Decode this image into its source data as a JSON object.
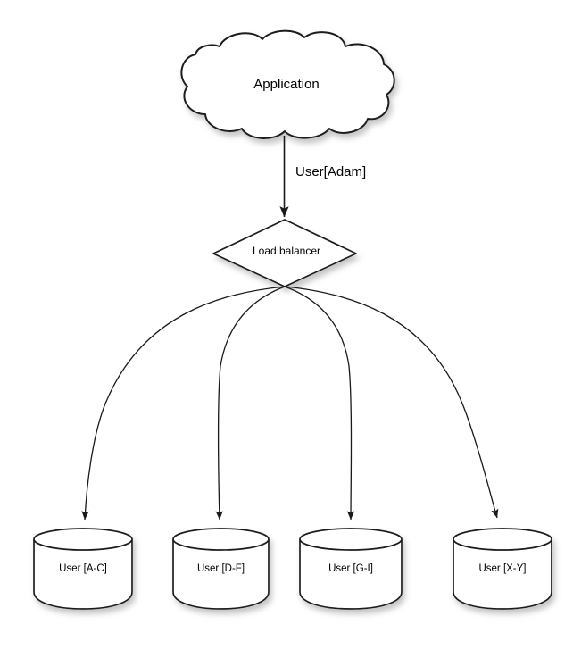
{
  "diagram": {
    "type": "architecture-flow",
    "title_text": "",
    "background_color": "#ffffff",
    "stroke_color": "#1a1a1a",
    "fill_color": "#ffffff",
    "text_color": "#000000",
    "shadow_color": "#aaaaaa",
    "nodes": {
      "cloud": {
        "label": "Application",
        "shape": "cloud"
      },
      "load_balancer": {
        "label": "Load balancer",
        "shape": "diamond"
      },
      "databases": [
        {
          "label": "User [A-C]",
          "shape": "cylinder"
        },
        {
          "label": "User [D-F]",
          "shape": "cylinder"
        },
        {
          "label": "User [G-I]",
          "shape": "cylinder"
        },
        {
          "label": "User [X-Y]",
          "shape": "cylinder"
        }
      ]
    },
    "edges": [
      {
        "from": "Application",
        "to": "Load balancer",
        "label": "User[Adam]",
        "style": "straight-arrow"
      },
      {
        "from": "Load balancer",
        "to": "User [A-C]",
        "label": "",
        "style": "curved-arrow"
      },
      {
        "from": "Load balancer",
        "to": "User [D-F]",
        "label": "",
        "style": "curved-arrow"
      },
      {
        "from": "Load balancer",
        "to": "User [G-I]",
        "label": "",
        "style": "curved-arrow"
      },
      {
        "from": "Load balancer",
        "to": "User [X-Y]",
        "label": "",
        "style": "curved-arrow"
      }
    ]
  }
}
